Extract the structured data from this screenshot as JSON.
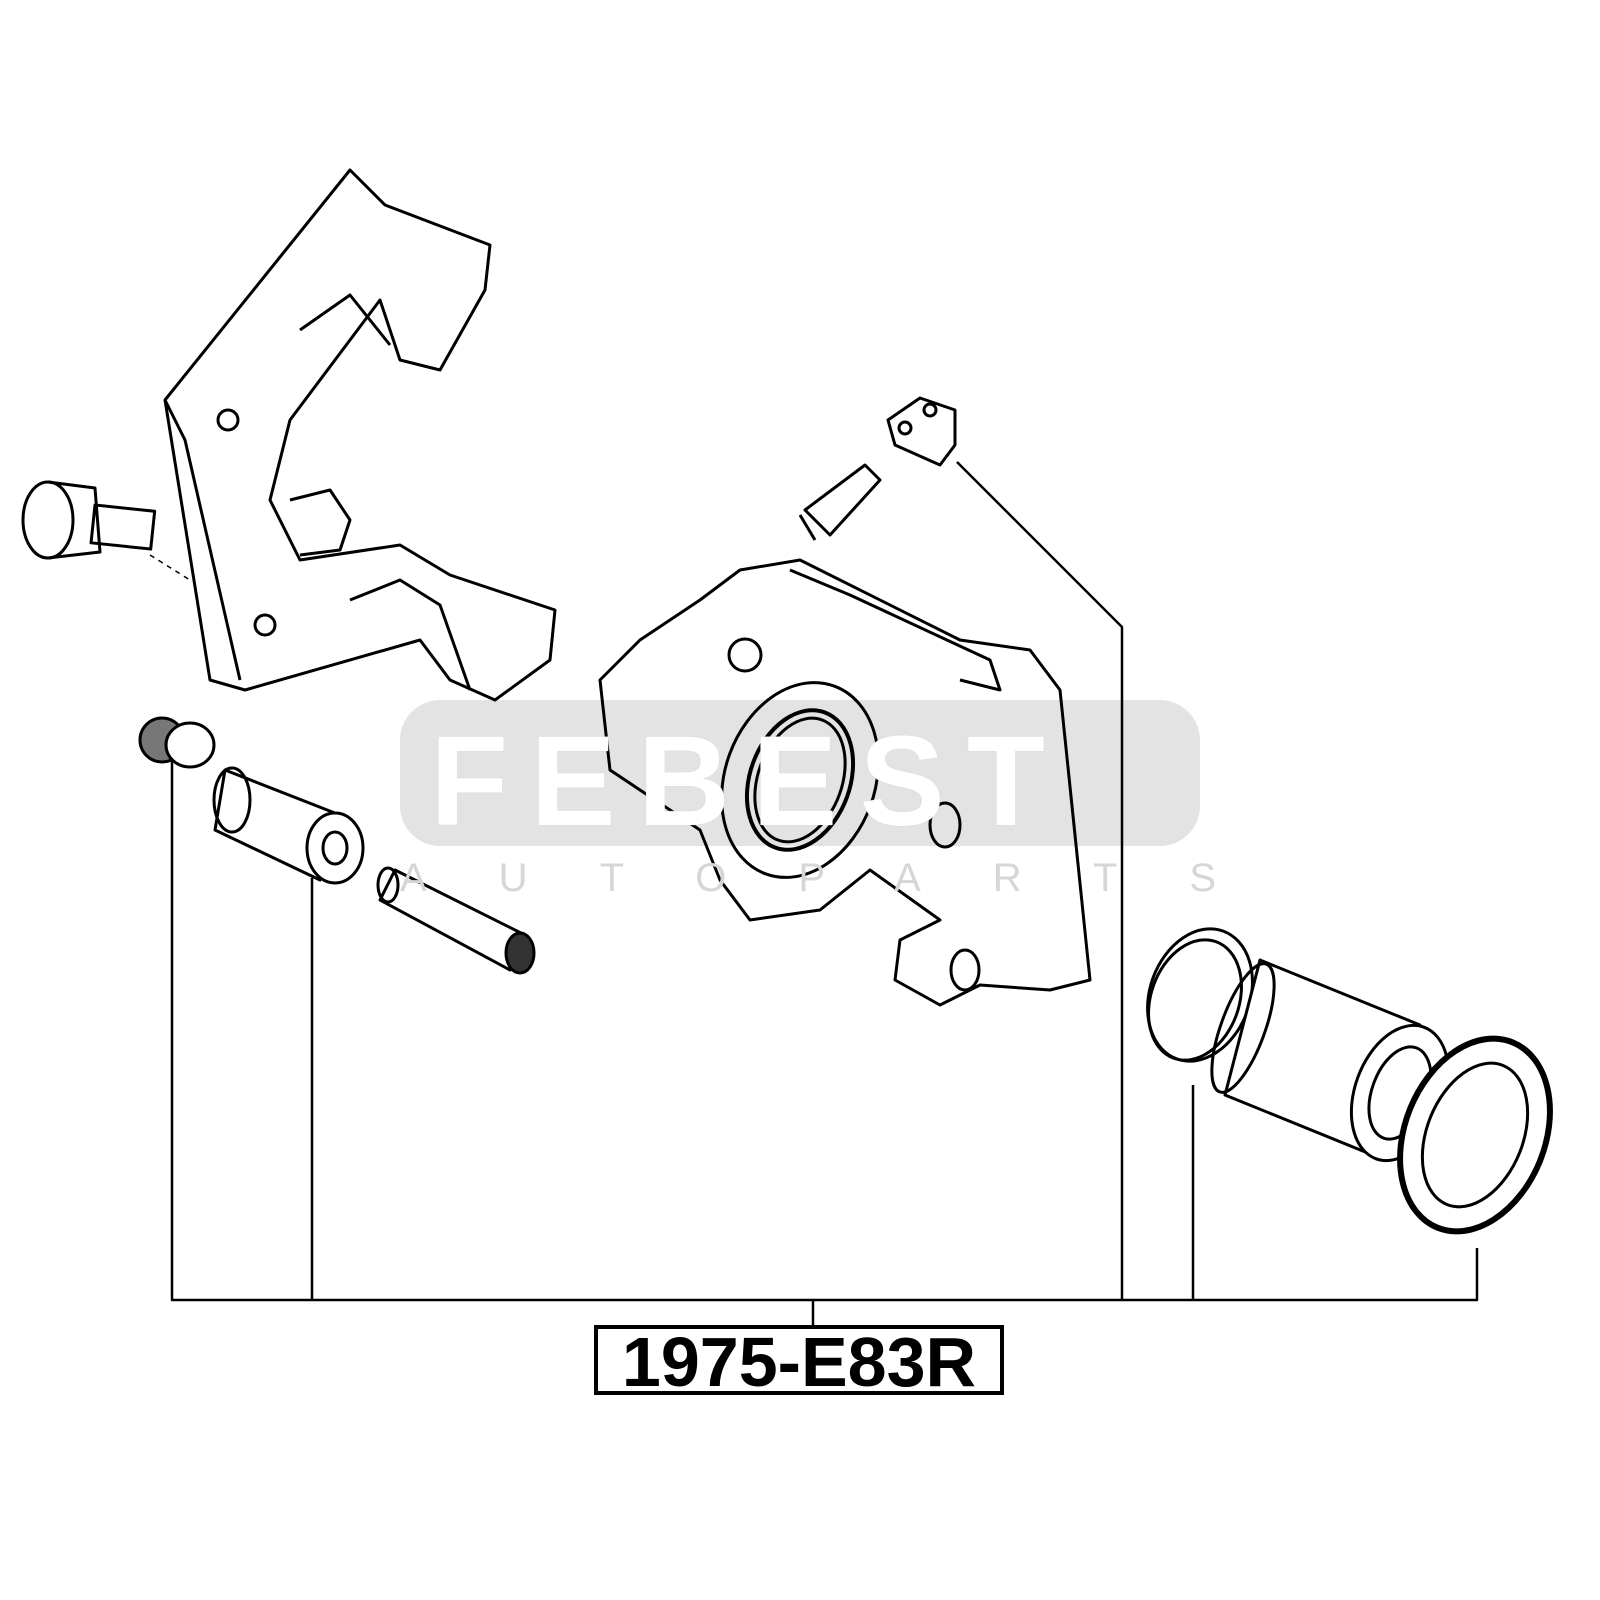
{
  "part_number": "1975-E83R",
  "watermark": {
    "brand": "FEBEST",
    "tagline": "AUTOPARTS"
  },
  "parts": [
    "caliper-bracket",
    "bracket-bolt",
    "dust-cap",
    "guide-sleeve",
    "guide-pin",
    "caliper-housing",
    "bleeder-screw",
    "bleeder-cap",
    "piston-seal-ring",
    "piston",
    "piston-boot"
  ]
}
